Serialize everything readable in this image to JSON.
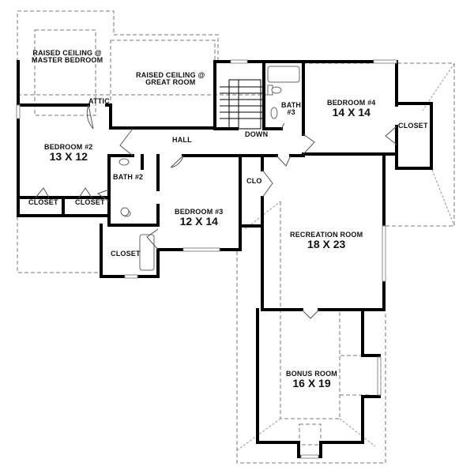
{
  "plan": {
    "type": "second floor plan",
    "rooms": [
      {
        "id": "master-ceiling",
        "name": "RAISED CEILING @",
        "name2": "MASTER BEDROOM",
        "dim": ""
      },
      {
        "id": "great-ceiling",
        "name": "RAISED CEILING @",
        "name2": "GREAT ROOM",
        "dim": ""
      },
      {
        "id": "attic",
        "name": "ATTIC",
        "dim": ""
      },
      {
        "id": "hall",
        "name": "HALL",
        "dim": ""
      },
      {
        "id": "down",
        "name": "DOWN",
        "dim": ""
      },
      {
        "id": "bath3",
        "name": "BATH",
        "name2": "#3",
        "dim": ""
      },
      {
        "id": "bedroom4",
        "name": "BEDROOM #4",
        "dim": "14 X 14"
      },
      {
        "id": "closet-b4",
        "name": "CLOSET",
        "dim": ""
      },
      {
        "id": "bedroom2",
        "name": "BEDROOM #2",
        "dim": "13 X 12"
      },
      {
        "id": "bath2",
        "name": "BATH #2",
        "dim": ""
      },
      {
        "id": "closet-left1",
        "name": "CLOSET",
        "dim": ""
      },
      {
        "id": "closet-left2",
        "name": "CLOSET",
        "dim": ""
      },
      {
        "id": "closet-b3",
        "name": "CLOSET",
        "dim": ""
      },
      {
        "id": "bedroom3",
        "name": "BEDROOM #3",
        "dim": "12 X 14"
      },
      {
        "id": "clo",
        "name": "CLO",
        "dim": ""
      },
      {
        "id": "recreation",
        "name": "RECREATION ROOM",
        "dim": "18 X 23"
      },
      {
        "id": "bonus",
        "name": "BONUS ROOM",
        "dim": "16 X 19"
      }
    ]
  }
}
